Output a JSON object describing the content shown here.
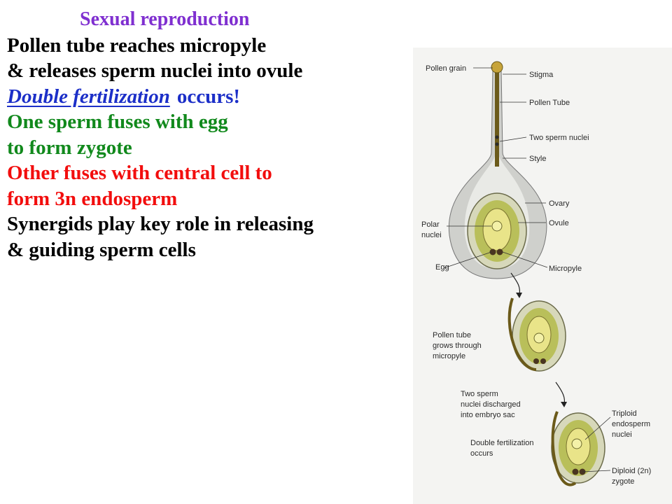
{
  "title": "Sexual reproduction",
  "lines": [
    {
      "text": "Pollen tube reaches micropyle"
    },
    {
      "text": "& releases sperm nuclei into ovule"
    },
    {
      "link_text": "Double fertilization",
      "text": "occurs!"
    },
    {
      "text": "One sperm fuses with egg"
    },
    {
      "text": "to form zygote"
    },
    {
      "text": "Other fuses with central cell to"
    },
    {
      "text": "form 3n endosperm"
    },
    {
      "text": "Synergids play key role in releasing"
    },
    {
      "text": "& guiding sperm cells"
    }
  ],
  "colors": {
    "title": "#7f2fd0",
    "body": "#000000",
    "link": "#1c2fc8",
    "green": "#11891c",
    "red": "#f20d0d"
  },
  "figure": {
    "labels": {
      "pollen_grain": "Pollen grain",
      "stigma": "Stigma",
      "pollen_tube": "Pollen Tube",
      "two_sperm_nuclei": "Two sperm nuclei",
      "style": "Style",
      "ovary": "Ovary",
      "polar_nuclei_1": "Polar",
      "polar_nuclei_2": "nuclei",
      "ovule": "Ovule",
      "egg": "Egg",
      "micropyle": "Micropyle",
      "grows_1": "Pollen tube",
      "grows_2": "grows through",
      "grows_3": "micropyle",
      "discharged_1": "Two sperm",
      "discharged_2": "nuclei discharged",
      "discharged_3": "into embryo sac",
      "triploid_1": "Triploid",
      "triploid_2": "endosperm",
      "triploid_3": "nuclei",
      "double_1": "Double fertilization",
      "double_2": "occurs",
      "diploid_1": "Diploid (2n)",
      "diploid_2": "zygote"
    }
  }
}
